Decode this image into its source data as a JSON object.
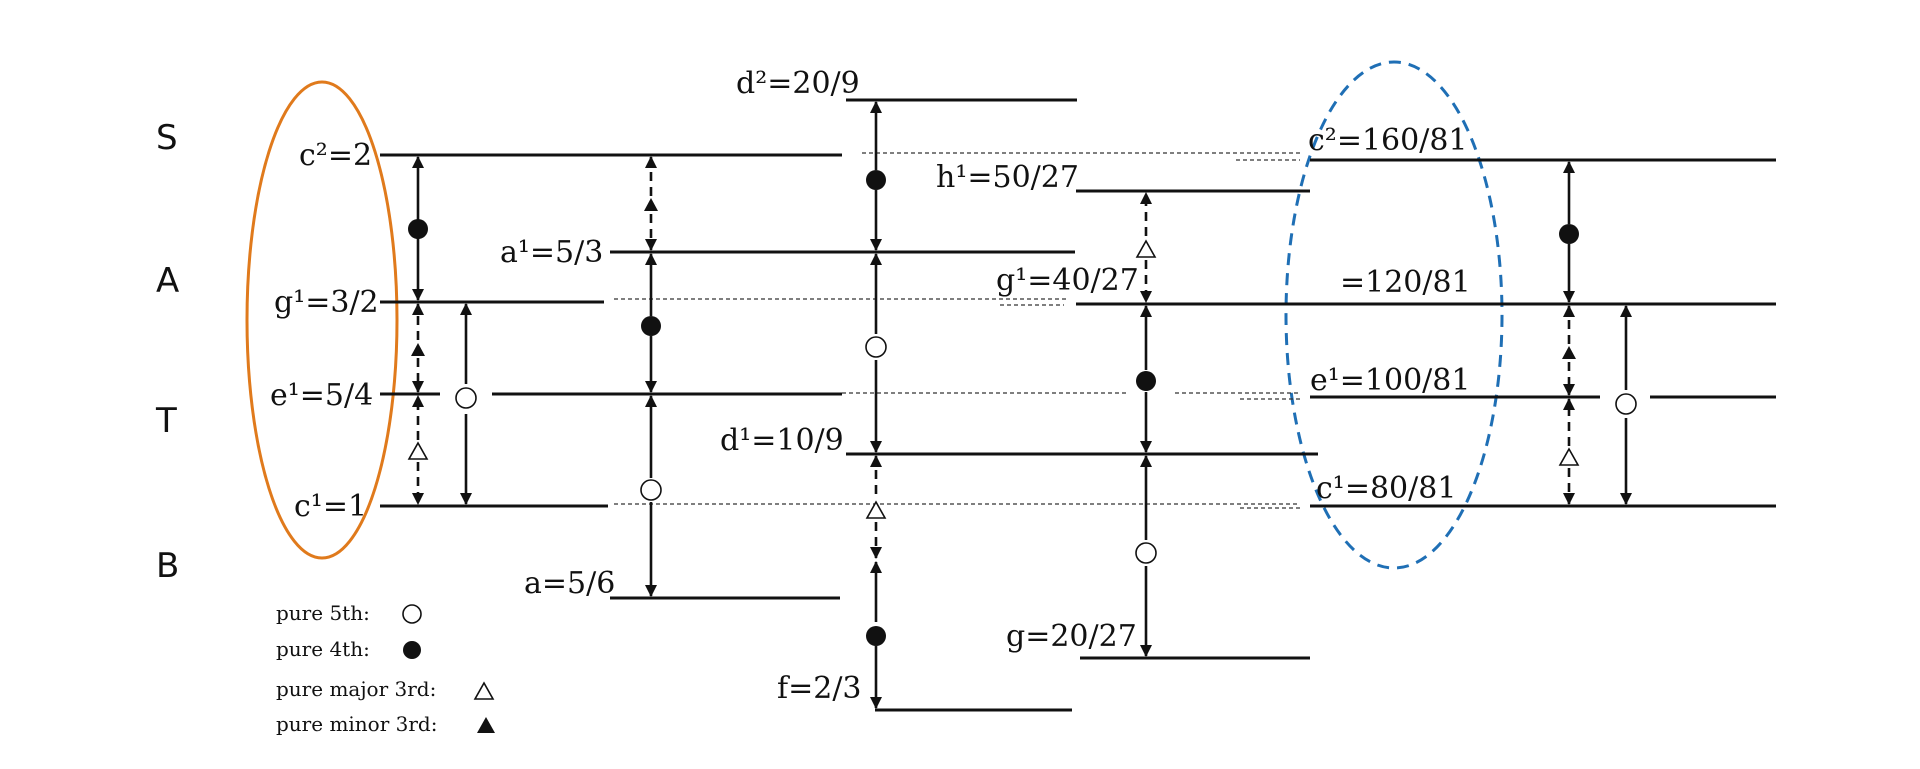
{
  "voices": [
    {
      "id": "s",
      "label": "S"
    },
    {
      "id": "a",
      "label": "A"
    },
    {
      "id": "t",
      "label": "T"
    },
    {
      "id": "b",
      "label": "B"
    }
  ],
  "notes": [
    {
      "id": "c2",
      "label": "c²=2"
    },
    {
      "id": "g1",
      "label": "g¹=3/2"
    },
    {
      "id": "e1",
      "label": "e¹=5/4"
    },
    {
      "id": "c1",
      "label": "c¹=1"
    },
    {
      "id": "a1",
      "label": "a¹=5/3"
    },
    {
      "id": "a",
      "label": "a=5/6"
    },
    {
      "id": "d2",
      "label": "d²=20/9"
    },
    {
      "id": "d1",
      "label": "d¹=10/9"
    },
    {
      "id": "f",
      "label": "f=2/3"
    },
    {
      "id": "h1",
      "label": "h¹=50/27"
    },
    {
      "id": "g1b",
      "label": "g¹=40/27"
    },
    {
      "id": "g",
      "label": "g=20/27"
    },
    {
      "id": "c2b",
      "label": "c²=160/81"
    },
    {
      "id": "g1c",
      "label": "=120/81"
    },
    {
      "id": "e1b",
      "label": "e¹=100/81"
    },
    {
      "id": "c1b",
      "label": "c¹=80/81"
    }
  ],
  "legend": [
    {
      "id": "fifth",
      "label": "pure 5th:",
      "symbol": "circle-open"
    },
    {
      "id": "fourth",
      "label": "pure 4th:",
      "symbol": "circle-filled"
    },
    {
      "id": "major3",
      "label": "pure major 3rd:",
      "symbol": "triangle-open"
    },
    {
      "id": "minor3",
      "label": "pure minor 3rd:",
      "symbol": "triangle-filled"
    }
  ],
  "colors": {
    "ink": "#111111",
    "solid_ellipse": "#e07a1c",
    "dashed_ellipse": "#1f6fb5"
  }
}
